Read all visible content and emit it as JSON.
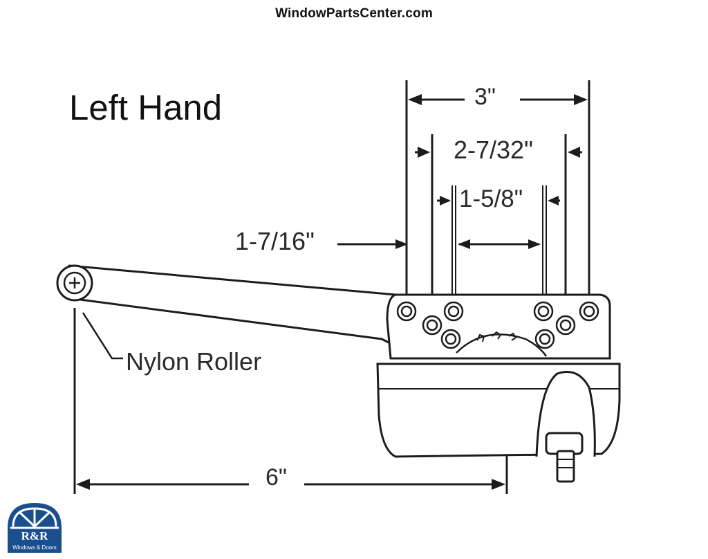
{
  "header": {
    "site": "WindowParts​Center.com"
  },
  "diagram": {
    "title": "Left Hand",
    "dimensions": {
      "overall_hole_spacing": "3\"",
      "middle_hole_spacing": "2-7/32\"",
      "inner_hole_spacing": "1-5/8\"",
      "gear_hole_spacing": "1-7/16\"",
      "arm_length": "6\""
    },
    "callouts": {
      "roller": "Nylon Roller"
    }
  },
  "logo": {
    "mark": "R&R",
    "tagline": "Windows & Doors",
    "color": "#1a4f8f"
  }
}
